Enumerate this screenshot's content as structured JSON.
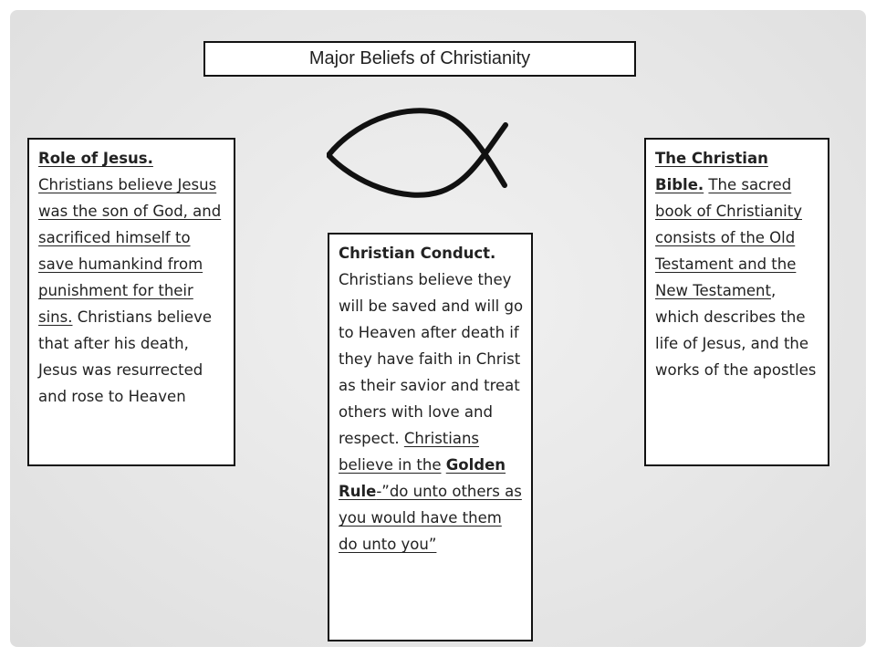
{
  "title": "Major Beliefs of Christianity",
  "left": {
    "heading": "Role of Jesus.",
    "underlined": "Christians believe Jesus was the son of God, and sacrificed himself to save humankind from punishment for their sins.",
    "rest": "Christians believe that after his death, Jesus was resurrected and rose to Heaven"
  },
  "middle": {
    "heading": "Christian Conduct.",
    "body": "Christians believe they will be saved and will go to Heaven after death if they have faith in Christ as their savior and treat others with love and respect.",
    "underlined_pre": "Christians believe in the",
    "golden_rule": "Golden Rule",
    "quote": "-”do unto others as you would have them do unto you”"
  },
  "right": {
    "heading": "The Christian Bible.",
    "underlined": "The sacred book of Christianity consists of the Old Testament and the New Testament",
    "rest": ", which describes the life of Jesus, and the works of the apostles"
  },
  "icons": {
    "symbol": "ichthys-fish-icon"
  }
}
